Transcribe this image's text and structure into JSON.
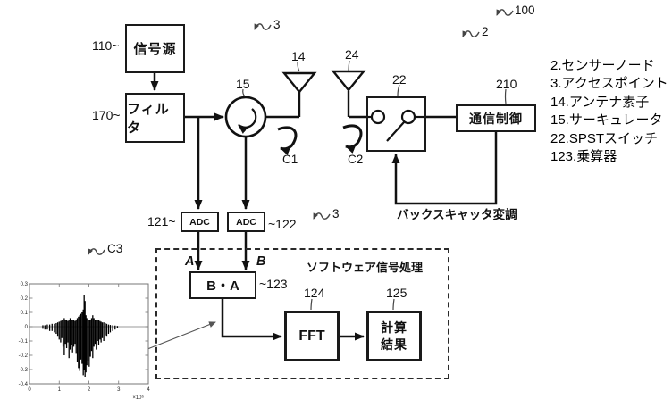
{
  "diagram": {
    "system_refs": {
      "r100": "100",
      "r2": "2",
      "r3_top": "3",
      "r3_mid": "3"
    },
    "curve_refs": {
      "c1": "C1",
      "c2": "C2",
      "c3": "C3"
    },
    "part_refs": {
      "r110": "110~",
      "r170": "170~",
      "r15": "15",
      "r14": "14",
      "r24": "24",
      "r22": "22",
      "r210": "210",
      "r121": "121~",
      "r122": "~122",
      "r123": "~123",
      "r124": "124",
      "r125": "125"
    },
    "port_labels": {
      "a": "A",
      "b": "B"
    },
    "blocks": {
      "signal_source": "信号源",
      "filter": "フィルタ",
      "comm_control": "通信制御",
      "adc1": "ADC",
      "adc2": "ADC",
      "multiplier": "B・A",
      "fft": "FFT",
      "calc_result": "計算結果"
    },
    "captions": {
      "backscatter": "バックスキャッタ変調",
      "software_dsp": "ソフトウェア信号処理"
    },
    "legend": [
      "2.センサーノード",
      "3.アクセスポイント",
      "14.アンテナ素子",
      "15.サーキュレータ",
      "22.SPSTスイッチ",
      "123.乗算器"
    ]
  },
  "chart_data": {
    "type": "line",
    "title": "",
    "xlabel": "×10⁶",
    "ylabel": "",
    "xlim": [
      0,
      4
    ],
    "ylim": [
      -0.4,
      0.3
    ],
    "xticks": [
      0,
      1,
      2,
      3,
      4
    ],
    "yticks": [
      0.3,
      0.2,
      0.1,
      0,
      -0.1,
      -0.2,
      -0.3,
      -0.4
    ],
    "legend_position": "none",
    "grid": false,
    "description": "Time-domain received backscatter signal burst (C3), spikes given as [x, min, max]",
    "spikes": [
      [
        0.45,
        -0.015,
        0.01
      ],
      [
        0.52,
        -0.02,
        0.01
      ],
      [
        0.6,
        -0.02,
        0.015
      ],
      [
        0.68,
        -0.03,
        0.015
      ],
      [
        0.76,
        -0.03,
        0.02
      ],
      [
        0.84,
        -0.04,
        0.02
      ],
      [
        0.9,
        -0.05,
        0.025
      ],
      [
        0.95,
        -0.07,
        0.03
      ],
      [
        1.0,
        -0.09,
        0.035
      ],
      [
        1.05,
        -0.11,
        0.04
      ],
      [
        1.09,
        -0.08,
        0.05
      ],
      [
        1.13,
        -0.14,
        0.05
      ],
      [
        1.17,
        -0.2,
        0.06
      ],
      [
        1.21,
        -0.12,
        0.05
      ],
      [
        1.25,
        -0.15,
        0.045
      ],
      [
        1.29,
        -0.11,
        0.04
      ],
      [
        1.33,
        -0.22,
        0.05
      ],
      [
        1.37,
        -0.16,
        0.06
      ],
      [
        1.41,
        -0.13,
        0.05
      ],
      [
        1.45,
        -0.18,
        0.05
      ],
      [
        1.49,
        -0.14,
        0.045
      ],
      [
        1.53,
        -0.12,
        0.04
      ],
      [
        1.57,
        -0.19,
        0.05
      ],
      [
        1.61,
        -0.25,
        0.06
      ],
      [
        1.65,
        -0.29,
        0.07
      ],
      [
        1.69,
        -0.31,
        0.08
      ],
      [
        1.73,
        -0.23,
        0.09
      ],
      [
        1.77,
        -0.26,
        0.1
      ],
      [
        1.81,
        -0.34,
        0.12
      ],
      [
        1.84,
        -0.3,
        0.22
      ],
      [
        1.87,
        -0.35,
        0.18
      ],
      [
        1.9,
        -0.32,
        0.08
      ],
      [
        1.93,
        -0.27,
        0.06
      ],
      [
        1.97,
        -0.24,
        0.05
      ],
      [
        2.01,
        -0.28,
        0.05
      ],
      [
        2.05,
        -0.21,
        0.05
      ],
      [
        2.09,
        -0.17,
        0.06
      ],
      [
        2.13,
        -0.22,
        0.08
      ],
      [
        2.17,
        -0.14,
        0.06
      ],
      [
        2.21,
        -0.12,
        0.05
      ],
      [
        2.25,
        -0.16,
        0.05
      ],
      [
        2.29,
        -0.1,
        0.045
      ],
      [
        2.33,
        -0.13,
        0.05
      ],
      [
        2.37,
        -0.09,
        0.04
      ],
      [
        2.41,
        -0.11,
        0.035
      ],
      [
        2.45,
        -0.08,
        0.03
      ],
      [
        2.5,
        -0.1,
        0.03
      ],
      [
        2.55,
        -0.06,
        0.025
      ],
      [
        2.6,
        -0.07,
        0.02
      ],
      [
        2.66,
        -0.05,
        0.015
      ],
      [
        2.72,
        -0.04,
        0.012
      ],
      [
        2.8,
        -0.03,
        0.01
      ],
      [
        2.88,
        -0.02,
        0.008
      ],
      [
        2.96,
        -0.012,
        0.005
      ]
    ]
  }
}
